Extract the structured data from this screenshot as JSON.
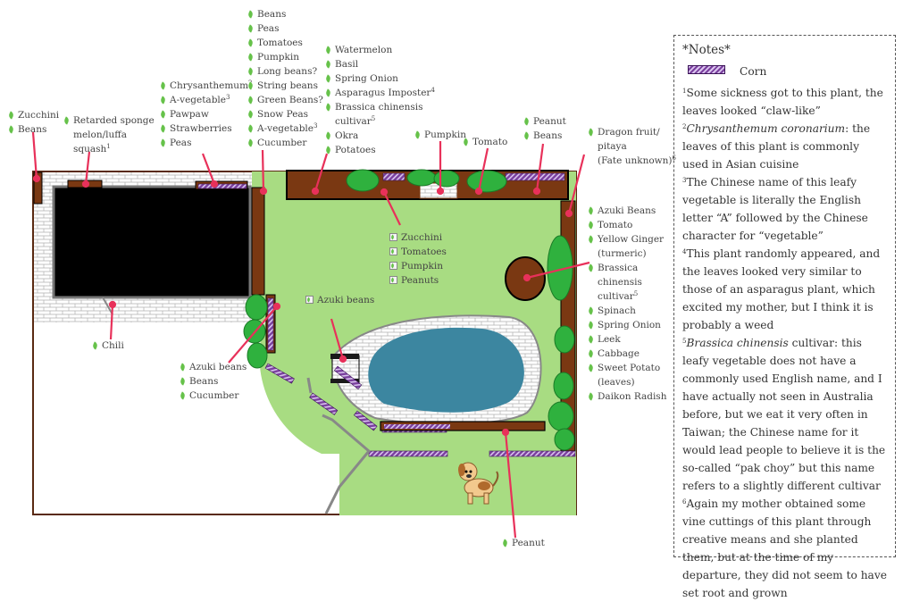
{
  "labels": {
    "zucchini_beans": [
      "Zucchini",
      "Beans"
    ],
    "luffa": [
      "Retarded sponge",
      "melon/luffa",
      "squash"
    ],
    "luffa_sup": "1",
    "chrys_1": "Chrysanthemum",
    "chrys_1_sup": "2",
    "chrys_2": "A-vegetable",
    "chrys_2_sup": "3",
    "chrys_rest": [
      "Pawpaw",
      "Strawberries",
      "Peas"
    ],
    "top_list_1": [
      "Beans",
      "Peas",
      "Tomatoes",
      "Pumpkin",
      "Long beans?",
      "String beans",
      "Green Beans?",
      "Snow Peas"
    ],
    "top_list_avv": "A-vegetable",
    "top_list_avv_sup": "3",
    "top_list_last": "Cucumber",
    "water_1": [
      "Watermelon",
      "Basil",
      "Spring Onion"
    ],
    "water_imposter": "Asparagus Imposter",
    "water_imposter_sup": "4",
    "water_brassica": [
      "Brassica chinensis",
      "cultivar"
    ],
    "water_brassica_sup": "5",
    "water_rest": [
      "Okra",
      "Potatoes"
    ],
    "pumpkin_top": "Pumpkin",
    "tomato_top": "Tomato",
    "peanut_beans": [
      "Peanut",
      "Beans"
    ],
    "dragon": [
      "Dragon fruit/",
      "pitaya",
      "(Fate unknown)"
    ],
    "dragon_sup": "6",
    "right_list_1": [
      "Azuki Beans",
      "Tomato",
      "Yellow Ginger",
      "(turmeric)",
      "Brassica",
      "chinensis",
      "cultivar"
    ],
    "right_list_1_sup": "5",
    "right_list_2": [
      "Spinach",
      "Spring Onion",
      "Leek",
      "Cabbage",
      "Sweet Potato",
      "(leaves)",
      "Daikon Radish"
    ],
    "center_boxes": [
      "Zucchini",
      "Tomatoes",
      "Pumpkin",
      "Peanuts"
    ],
    "azuki_center": "Azuki beans",
    "chili": "Chili",
    "left_bottom": [
      "Azuki beans",
      "Beans",
      "Cucumber"
    ],
    "peanut_bottom": "Peanut"
  },
  "notes": {
    "title": "*Notes*",
    "corn_label": "Corn",
    "n1_num": "1",
    "n1": "Some sickness got to this plant, the leaves looked “claw-like”",
    "n2_num": "2",
    "n2_it": "Chrysanthemum coronarium",
    "n2": ": the leaves of this plant is commonly used in Asian cuisine",
    "n3_num": "3",
    "n3": "The Chinese name of this leafy vegetable is literally the English letter “A” followed by the Chinese character for “vegetable”",
    "n4_num": "4",
    "n4": "This plant randomly appeared, and the leaves looked very similar to those of an asparagus plant, which excited my mother, but I think it is probably a weed",
    "n5_num": "5",
    "n5_it": "Brassica chinensis",
    "n5": " cultivar: this leafy vegetable does not have a commonly used English name, and I have actually not seen in Australia before, but we eat it very often in Taiwan; the Chinese name for it would lead people to believe it is the so-called “pak choy” but this name refers to a slightly different cultivar",
    "n6_num": "6",
    "n6": "Again my mother obtained some vine cuttings of this plant through creative means and she planted them, but at the time of my departure, they did not seem to have set root and grown"
  },
  "colors": {
    "lawn": "#a8dc82",
    "soil": "#7a3812",
    "pond": "#3c86a0",
    "hedge": "#2fb13e",
    "pointer": "#e8315a",
    "corn": "#7a3f9e",
    "wall": "#5a2a12"
  }
}
